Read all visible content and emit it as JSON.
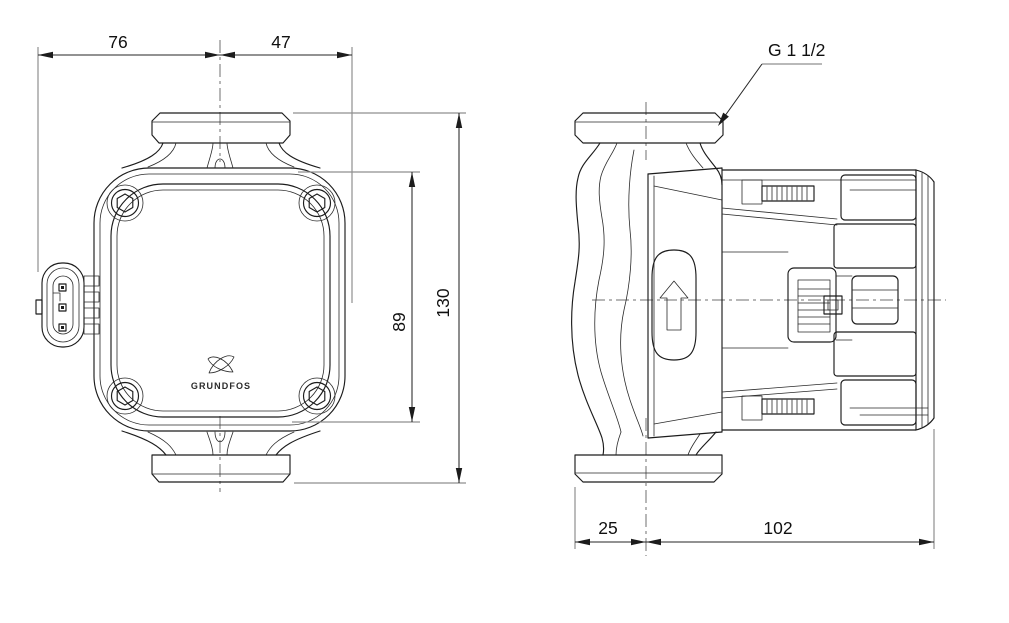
{
  "drawing": {
    "type": "pump dimensional drawing, front and side view",
    "brand": "GRUNDFOS",
    "connection_label": "G 1 1/2",
    "front_view": {
      "dim_left_of_center": "76",
      "dim_right_of_center": "47",
      "dim_body_height": "89",
      "dim_port_to_port": "130"
    },
    "side_view": {
      "dim_front_depth": "25",
      "dim_rear_depth": "102"
    },
    "colors": {
      "line": "#1c1c1c",
      "extension_line": "#8f8f8f",
      "centerline": "#6f6f6f",
      "background": "#ffffff"
    }
  }
}
